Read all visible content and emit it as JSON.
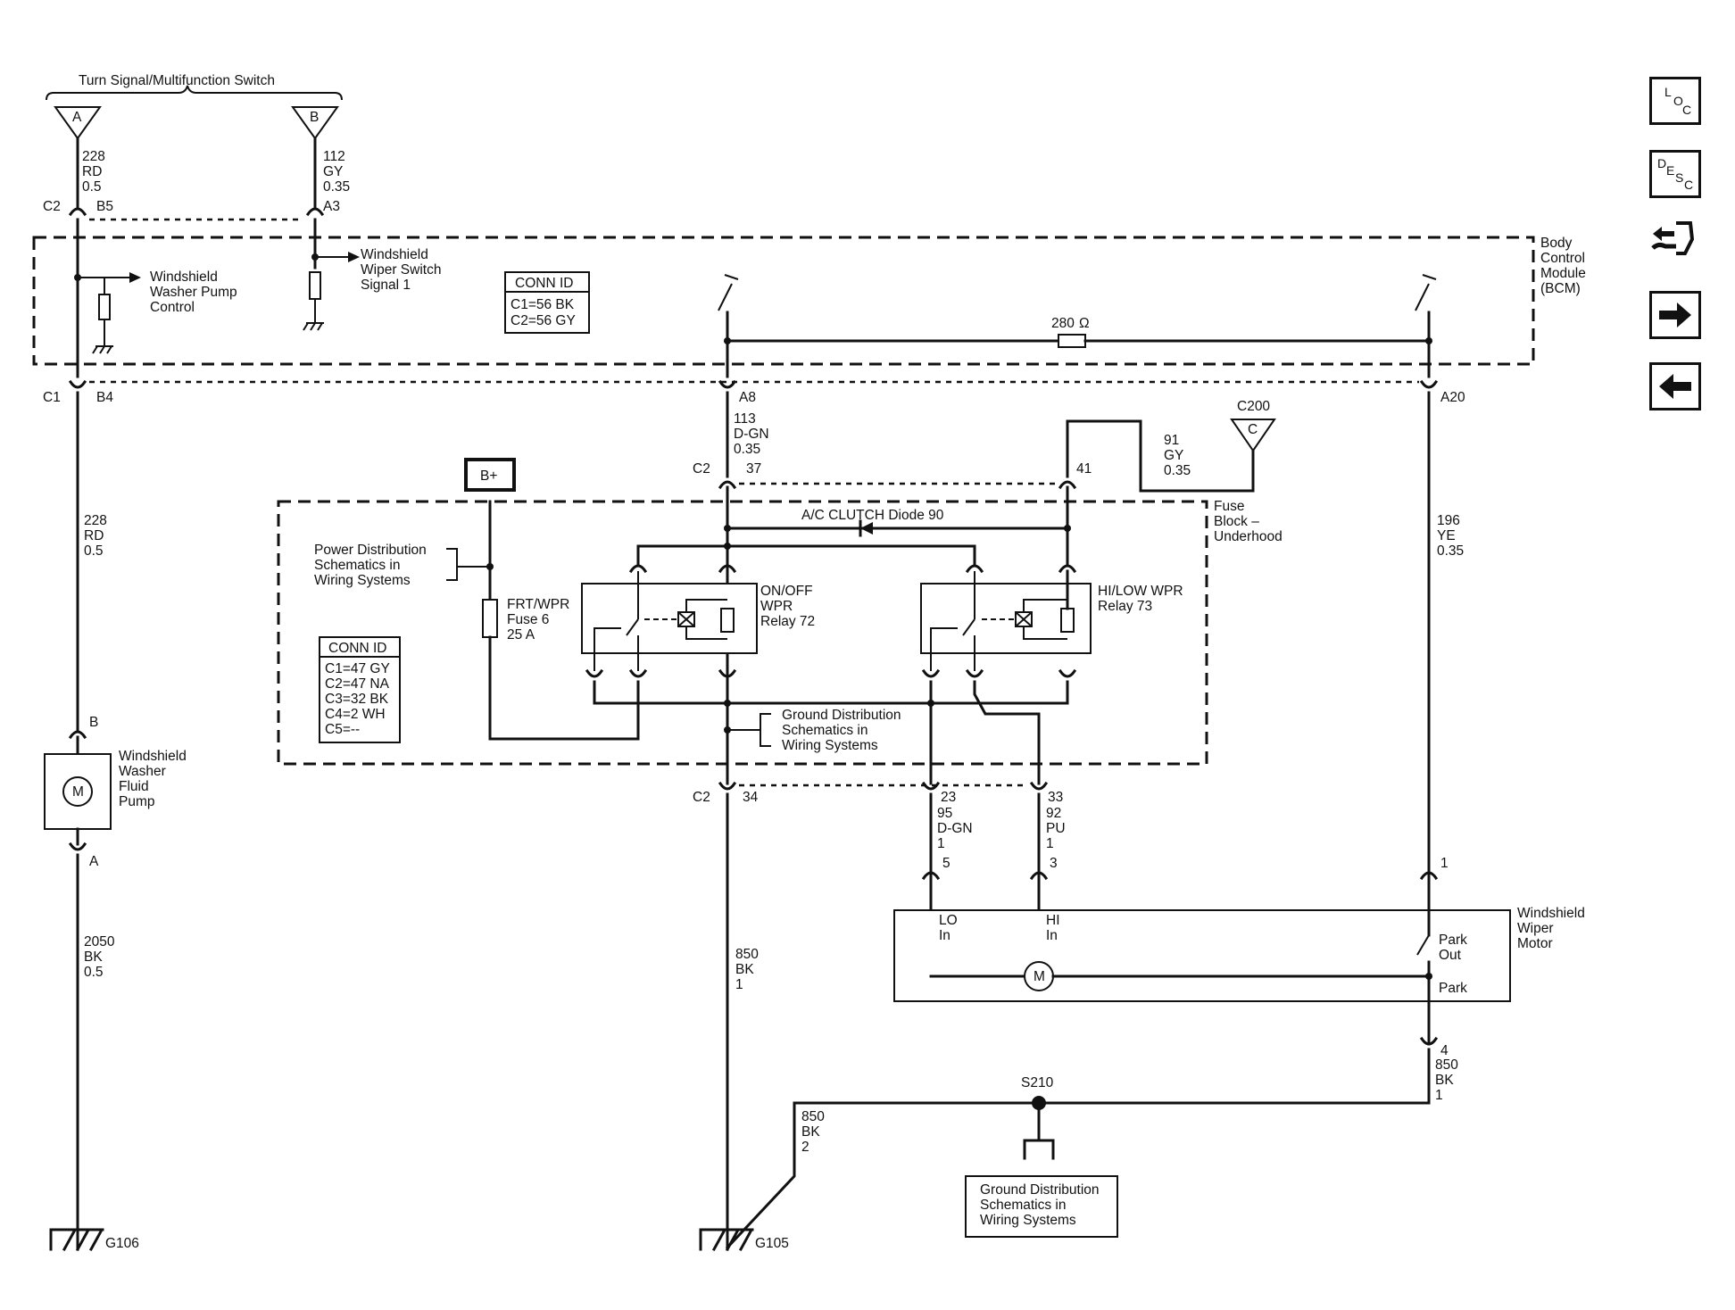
{
  "switch": {
    "title": "Turn Signal/Multifunction Switch",
    "pin_a": "A",
    "pin_b": "B"
  },
  "bcm": {
    "label": [
      "Body",
      "Control",
      "Module",
      "(BCM)"
    ],
    "washer_ctrl": [
      "Windshield",
      "Washer Pump",
      "Control"
    ],
    "wiper_sig": [
      "Windshield",
      "Wiper Switch",
      "Signal 1"
    ],
    "conn_id": {
      "title": "CONN ID",
      "rows": [
        "C1=56 BK",
        "C2=56 GY"
      ]
    },
    "resistor": "280",
    "ohm": "Ω"
  },
  "wires": {
    "w228_top": [
      "228",
      "RD",
      "0.5"
    ],
    "w112": [
      "112",
      "GY",
      "0.35"
    ],
    "w113": [
      "113",
      "D-GN",
      "0.35"
    ],
    "w91": [
      "91",
      "GY",
      "0.35"
    ],
    "w228_mid": [
      "228",
      "RD",
      "0.5"
    ],
    "w196": [
      "196",
      "YE",
      "0.35"
    ],
    "w2050": [
      "2050",
      "BK",
      "0.5"
    ],
    "w95": [
      "95",
      "D-GN",
      "1"
    ],
    "w92": [
      "92",
      "PU",
      "1"
    ],
    "w850_a": [
      "850",
      "BK",
      "1"
    ],
    "w850_b": [
      "850",
      "BK",
      "1"
    ],
    "w850_c": [
      "850",
      "BK",
      "2"
    ]
  },
  "conn": {
    "c2": "C2",
    "c1": "C1",
    "b5": "B5",
    "a3": "A3",
    "b4": "B4",
    "a8": "A8",
    "a20": "A20",
    "p37": "37",
    "p41": "41",
    "p34": "34",
    "p23": "23",
    "p33": "33",
    "p5": "5",
    "p3": "3",
    "p1": "1",
    "p4": "4",
    "c200": "C200",
    "c200_pin": "C",
    "b": "B",
    "a": "A"
  },
  "fuse_block": {
    "label": [
      "Fuse",
      "Block –",
      "Underhood"
    ],
    "bplus": "B+",
    "ac_diode": "A/C CLUTCH Diode 90",
    "power_dist": [
      "Power Distribution",
      "Schematics in",
      "Wiring Systems"
    ],
    "fuse": [
      "FRT/WPR",
      "Fuse 6",
      "25 A"
    ],
    "relay1": [
      "ON/OFF",
      "WPR",
      "Relay 72"
    ],
    "relay2": [
      "HI/LOW WPR",
      "Relay 73"
    ],
    "ground_dist": [
      "Ground Distribution",
      "Schematics in",
      "Wiring Systems"
    ],
    "conn_id": {
      "title": "CONN ID",
      "rows": [
        "C1=47 GY",
        "C2=47 NA",
        "C3=32 BK",
        "C4=2 WH",
        "C5=--"
      ]
    }
  },
  "washer_pump": [
    "Windshield",
    "Washer",
    "Fluid",
    "Pump"
  ],
  "motor_symbol": "M",
  "wiper_motor": {
    "label": [
      "Windshield",
      "Wiper",
      "Motor"
    ],
    "lo": [
      "LO",
      "In"
    ],
    "hi": [
      "HI",
      "In"
    ],
    "park_out": [
      "Park",
      "Out"
    ],
    "park": "Park"
  },
  "splice": "S210",
  "ground_box": [
    "Ground Distribution",
    "Schematics in",
    "Wiring Systems"
  ],
  "grounds": {
    "g106": "G106",
    "g105": "G105"
  },
  "nav": {
    "loc": [
      "L",
      "O",
      "C"
    ],
    "desc": [
      "D",
      "E",
      "S",
      "C"
    ],
    "items": [
      "location-view",
      "description-view",
      "connector-view",
      "next-page",
      "previous-page"
    ]
  }
}
